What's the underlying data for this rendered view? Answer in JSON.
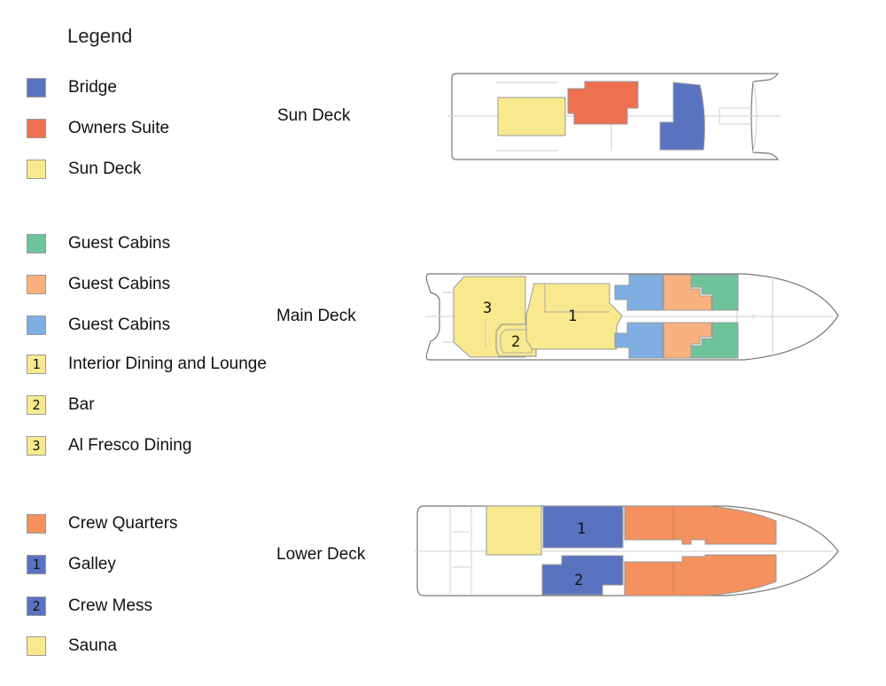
{
  "legend": {
    "title": "Legend",
    "items": [
      {
        "label": "Bridge",
        "color": "#5a73c0",
        "num": ""
      },
      {
        "label": "Owners Suite",
        "color": "#ef7050",
        "num": ""
      },
      {
        "label": "Sun Deck",
        "color": "#f8e98f",
        "num": ""
      },
      {
        "label": "Guest Cabins",
        "color": "#6fc39a",
        "num": ""
      },
      {
        "label": "Guest Cabins",
        "color": "#f9b27d",
        "num": ""
      },
      {
        "label": "Guest Cabins",
        "color": "#7eaee2",
        "num": ""
      },
      {
        "label": "Interior Dining and Lounge",
        "color": "#f8e98f",
        "num": "1"
      },
      {
        "label": "Bar",
        "color": "#f8e98f",
        "num": "2"
      },
      {
        "label": "Al Fresco Dining",
        "color": "#f8e98f",
        "num": "3"
      },
      {
        "label": "Crew Quarters",
        "color": "#f4915f",
        "num": ""
      },
      {
        "label": "Galley",
        "color": "#5a73c0",
        "num": "1"
      },
      {
        "label": "Crew Mess",
        "color": "#5a73c0",
        "num": "2"
      },
      {
        "label": "Sauna",
        "color": "#f8e98f",
        "num": ""
      }
    ]
  },
  "decks": {
    "sun": {
      "label": "Sun Deck"
    },
    "main": {
      "label": "Main Deck",
      "zones": {
        "dining": "1",
        "bar": "2",
        "alfresco": "3"
      }
    },
    "lower": {
      "label": "Lower Deck",
      "zones": {
        "galley": "1",
        "mess": "2"
      }
    }
  }
}
